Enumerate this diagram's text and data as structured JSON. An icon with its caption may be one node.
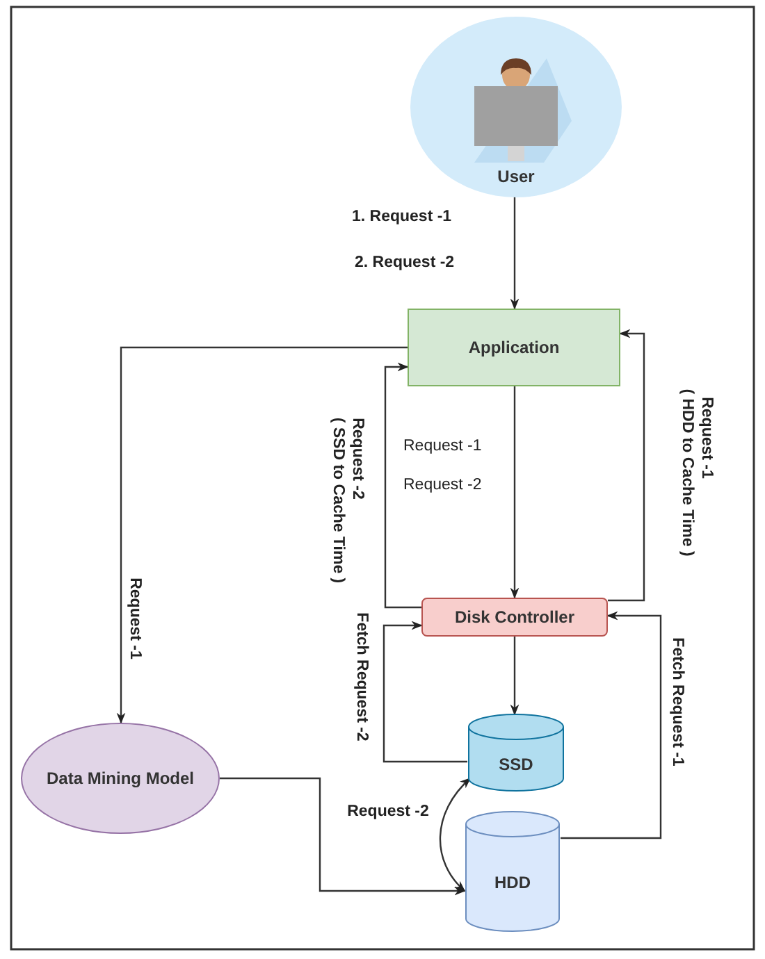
{
  "diagram": {
    "nodes": [
      {
        "text": [
          "User"
        ]
      },
      {
        "text": [
          "Application"
        ]
      },
      {
        "text": [
          "Disk Controller"
        ]
      },
      {
        "text": [
          "SSD"
        ]
      },
      {
        "text": [
          "HDD"
        ]
      },
      {
        "text": [
          "Data Mining Model"
        ]
      }
    ],
    "edges": [
      {
        "from": 0,
        "to": 1,
        "arrow": "to"
      },
      {
        "from": 1,
        "to": 2,
        "arrow": "to"
      },
      {
        "from": 2,
        "to": 1,
        "arrow": "to",
        "label": "Request -1"
      },
      {
        "from": 2,
        "to": 1,
        "arrow": "to",
        "label": "Request -2"
      },
      {
        "from": 1,
        "to": 5,
        "arrow": "to",
        "label": "Request -1"
      },
      {
        "from": 2,
        "to": 3,
        "arrow": "to"
      },
      {
        "from": 3,
        "to": 2,
        "arrow": "to",
        "label": "Fetch Request -2"
      },
      {
        "from": 4,
        "to": 2,
        "arrow": "to",
        "label": "Fetch Request -1"
      },
      {
        "from": 5,
        "to": 4,
        "arrow": "to"
      },
      {
        "from": 3,
        "to": 4,
        "arrow": "both",
        "label": "Request -2"
      }
    ],
    "labels": [
      "1. Request -1",
      "2. Request -2",
      "( SSD to Cache Time )",
      "Request -1",
      "Request -2",
      "( HDD to Cache Time )"
    ]
  }
}
